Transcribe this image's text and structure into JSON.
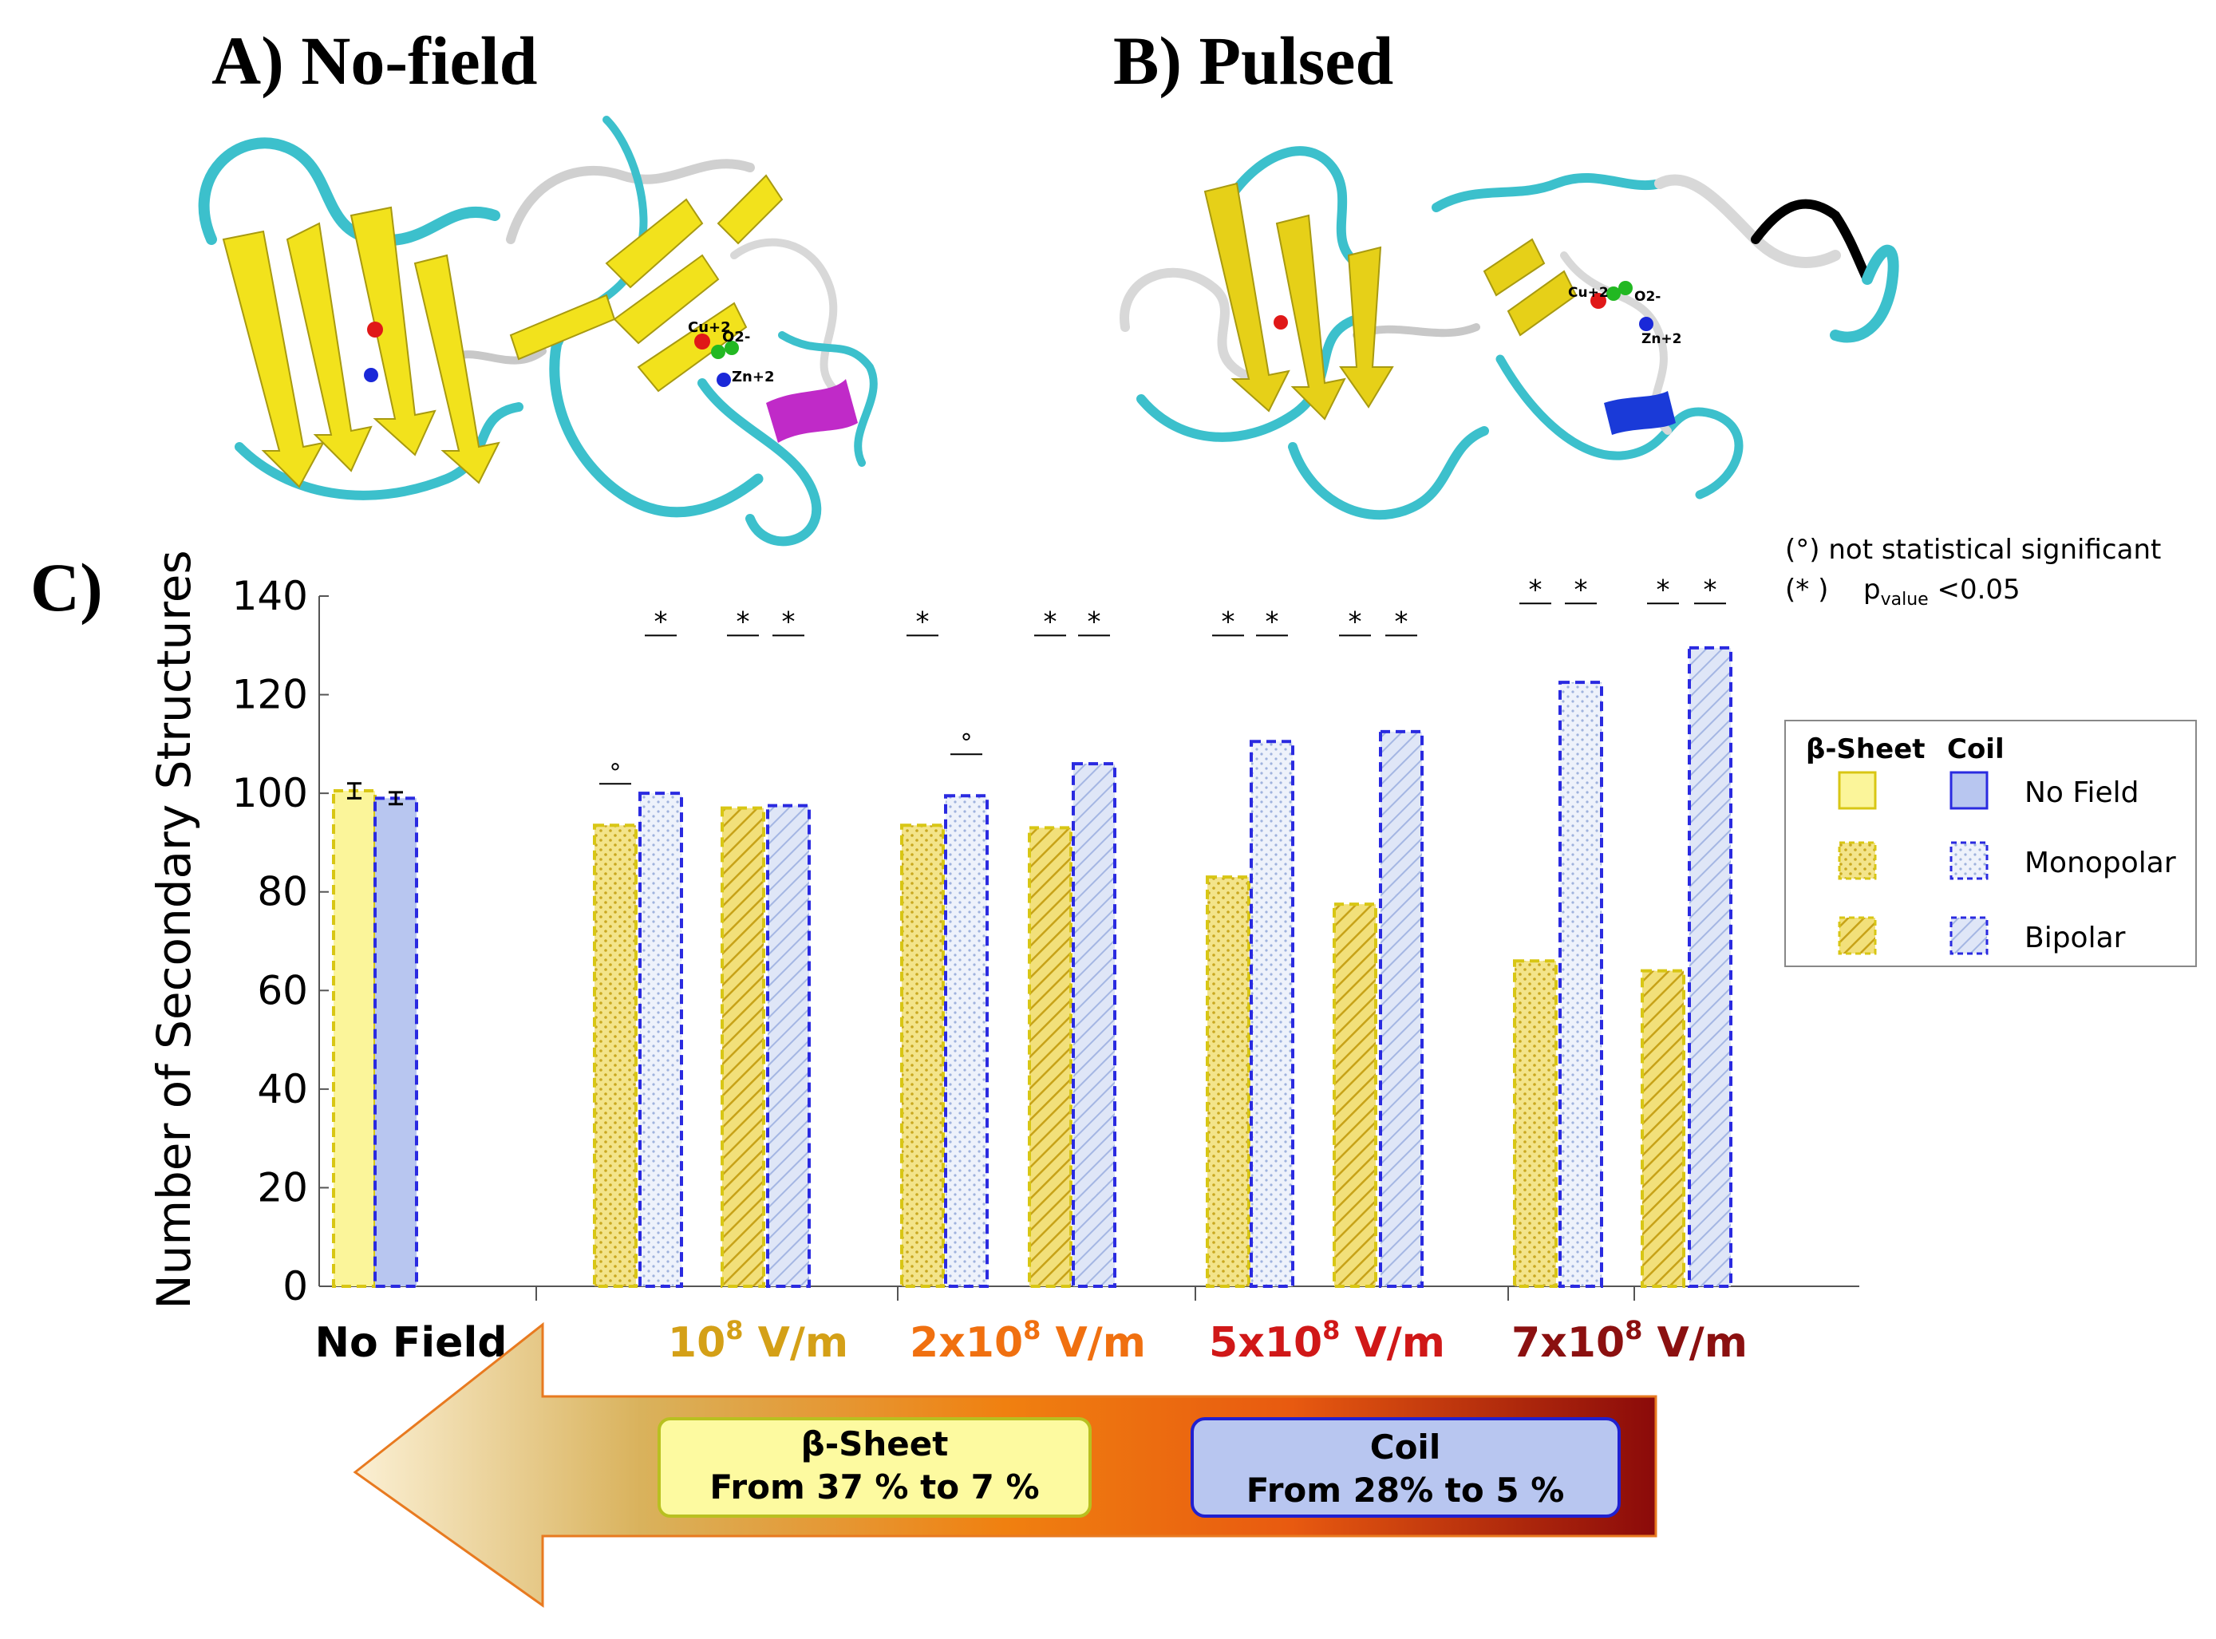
{
  "panels": {
    "a": {
      "label": "A) No-field"
    },
    "b": {
      "label": "B) Pulsed"
    },
    "c": {
      "label": "C)"
    }
  },
  "structure_labels": {
    "a": {
      "cu": "Cu+2",
      "o2": "O2-",
      "zn": "Zn+2"
    },
    "b": {
      "cu": "Cu+2",
      "o2": "O2-",
      "zn": "Zn+2"
    }
  },
  "significance_note": {
    "not_significant": "(°)  not statistical significant",
    "significant_prefix": "(* )",
    "p_main": "p",
    "p_sub": "value",
    "p_rest": " <0.05"
  },
  "legend": {
    "header_sheet": "β-Sheet",
    "header_coil": "Coil",
    "rows": [
      "No Field",
      "Monopolar",
      "Bipolar"
    ]
  },
  "group_labels": [
    {
      "text": "No Field",
      "color": "#000000"
    },
    {
      "pre": "10",
      "sup": "8",
      "post": " V/m",
      "color": "#d4a017"
    },
    {
      "pre": "2x10",
      "sup": "8",
      "post": " V/m",
      "color": "#f07010"
    },
    {
      "pre": "5x10",
      "sup": "8",
      "post": " V/m",
      "color": "#d01818"
    },
    {
      "pre": "7x10",
      "sup": "8",
      "post": " V/m",
      "color": "#8b1010"
    }
  ],
  "arrow": {
    "sheet_title": "β-Sheet",
    "sheet_text": "From 37 % to 7 %",
    "coil_title": "Coil",
    "coil_text": "From 28% to 5 %"
  },
  "colors": {
    "sheet_fill": "#f5e98a",
    "sheet_solid": "#fbf59a",
    "sheet_border": "#d8c614",
    "coil_fill": "#e6ecf8",
    "coil_solid": "#b8c6f0",
    "coil_border": "#2a2ae0",
    "arrow_left": "#fbf0d4",
    "arrow_mid": "#e07820",
    "arrow_right": "#8b0a0a"
  },
  "chart_data": {
    "type": "bar",
    "ylabel": "Number of Secondary Structures",
    "ylim": [
      0,
      140
    ],
    "yticks": [
      0,
      20,
      40,
      60,
      80,
      100,
      120,
      140
    ],
    "groups": [
      "No Field",
      "10^8 V/m",
      "2x10^8 V/m",
      "5x10^8 V/m",
      "7x10^8 V/m"
    ],
    "bars": [
      {
        "group": 0,
        "structure": "β-Sheet",
        "field": "No Field",
        "value": 100.5,
        "error": 1.5
      },
      {
        "group": 0,
        "structure": "Coil",
        "field": "No Field",
        "value": 99,
        "error": 1.2
      },
      {
        "group": 1,
        "structure": "β-Sheet",
        "field": "Monopolar",
        "value": 93.5,
        "significance": "°"
      },
      {
        "group": 1,
        "structure": "Coil",
        "field": "Monopolar",
        "value": 100,
        "significance": "*"
      },
      {
        "group": 1,
        "structure": "β-Sheet",
        "field": "Bipolar",
        "value": 97,
        "significance": "*"
      },
      {
        "group": 1,
        "structure": "Coil",
        "field": "Bipolar",
        "value": 97.5,
        "significance": "*"
      },
      {
        "group": 2,
        "structure": "β-Sheet",
        "field": "Monopolar",
        "value": 93.5,
        "significance": "*"
      },
      {
        "group": 2,
        "structure": "Coil",
        "field": "Monopolar",
        "value": 99.5,
        "significance": "°"
      },
      {
        "group": 2,
        "structure": "β-Sheet",
        "field": "Bipolar",
        "value": 93,
        "significance": "*"
      },
      {
        "group": 2,
        "structure": "Coil",
        "field": "Bipolar",
        "value": 106,
        "significance": "*"
      },
      {
        "group": 3,
        "structure": "β-Sheet",
        "field": "Monopolar",
        "value": 83,
        "significance": "*"
      },
      {
        "group": 3,
        "structure": "Coil",
        "field": "Monopolar",
        "value": 110.5,
        "significance": "*"
      },
      {
        "group": 3,
        "structure": "β-Sheet",
        "field": "Bipolar",
        "value": 77.5,
        "significance": "*"
      },
      {
        "group": 3,
        "structure": "Coil",
        "field": "Bipolar",
        "value": 112.5,
        "significance": "*"
      },
      {
        "group": 4,
        "structure": "β-Sheet",
        "field": "Monopolar",
        "value": 66,
        "significance": "*"
      },
      {
        "group": 4,
        "structure": "Coil",
        "field": "Monopolar",
        "value": 122.5,
        "significance": "*"
      },
      {
        "group": 4,
        "structure": "β-Sheet",
        "field": "Bipolar",
        "value": 64,
        "significance": "*"
      },
      {
        "group": 4,
        "structure": "Coil",
        "field": "Bipolar",
        "value": 129.5,
        "significance": "*"
      }
    ],
    "grid": false,
    "legend_position": "right"
  }
}
